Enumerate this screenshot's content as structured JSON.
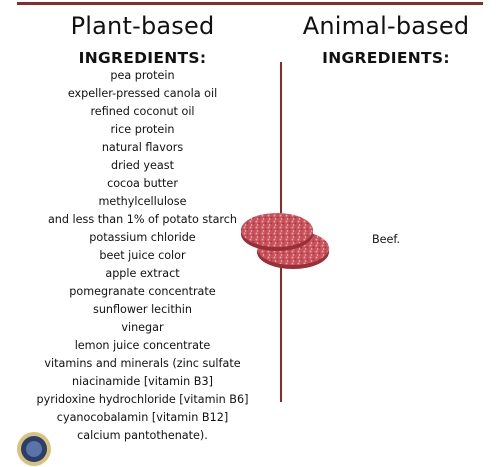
{
  "plant": {
    "heading": "Plant-based",
    "subheading": "INGREDIENTS:",
    "ingredients": [
      "pea protein",
      "expeller-pressed canola oil",
      "refined coconut oil",
      "rice protein",
      "natural flavors",
      "dried yeast",
      "cocoa butter",
      "methylcellulose",
      "and less than 1% of potato starch",
      "potassium chloride",
      "beet juice color",
      "apple extract",
      "pomegranate concentrate",
      "sunflower lecithin",
      "vinegar",
      "lemon juice concentrate",
      "vitamins and minerals (zinc sulfate",
      "niacinamide [vitamin B3]",
      "pyridoxine hydrochloride [vitamin B6]",
      "cyanocobalamin [vitamin B12]",
      "calcium pantothenate)."
    ]
  },
  "animal": {
    "heading": "Animal-based",
    "subheading": "INGREDIENTS:",
    "ingredients": [
      "Beef."
    ]
  },
  "colors": {
    "accent": "#8a2a2a",
    "meat": "#c9535d"
  },
  "icons": [
    "burger-patties-icon",
    "seal-logo-icon"
  ]
}
